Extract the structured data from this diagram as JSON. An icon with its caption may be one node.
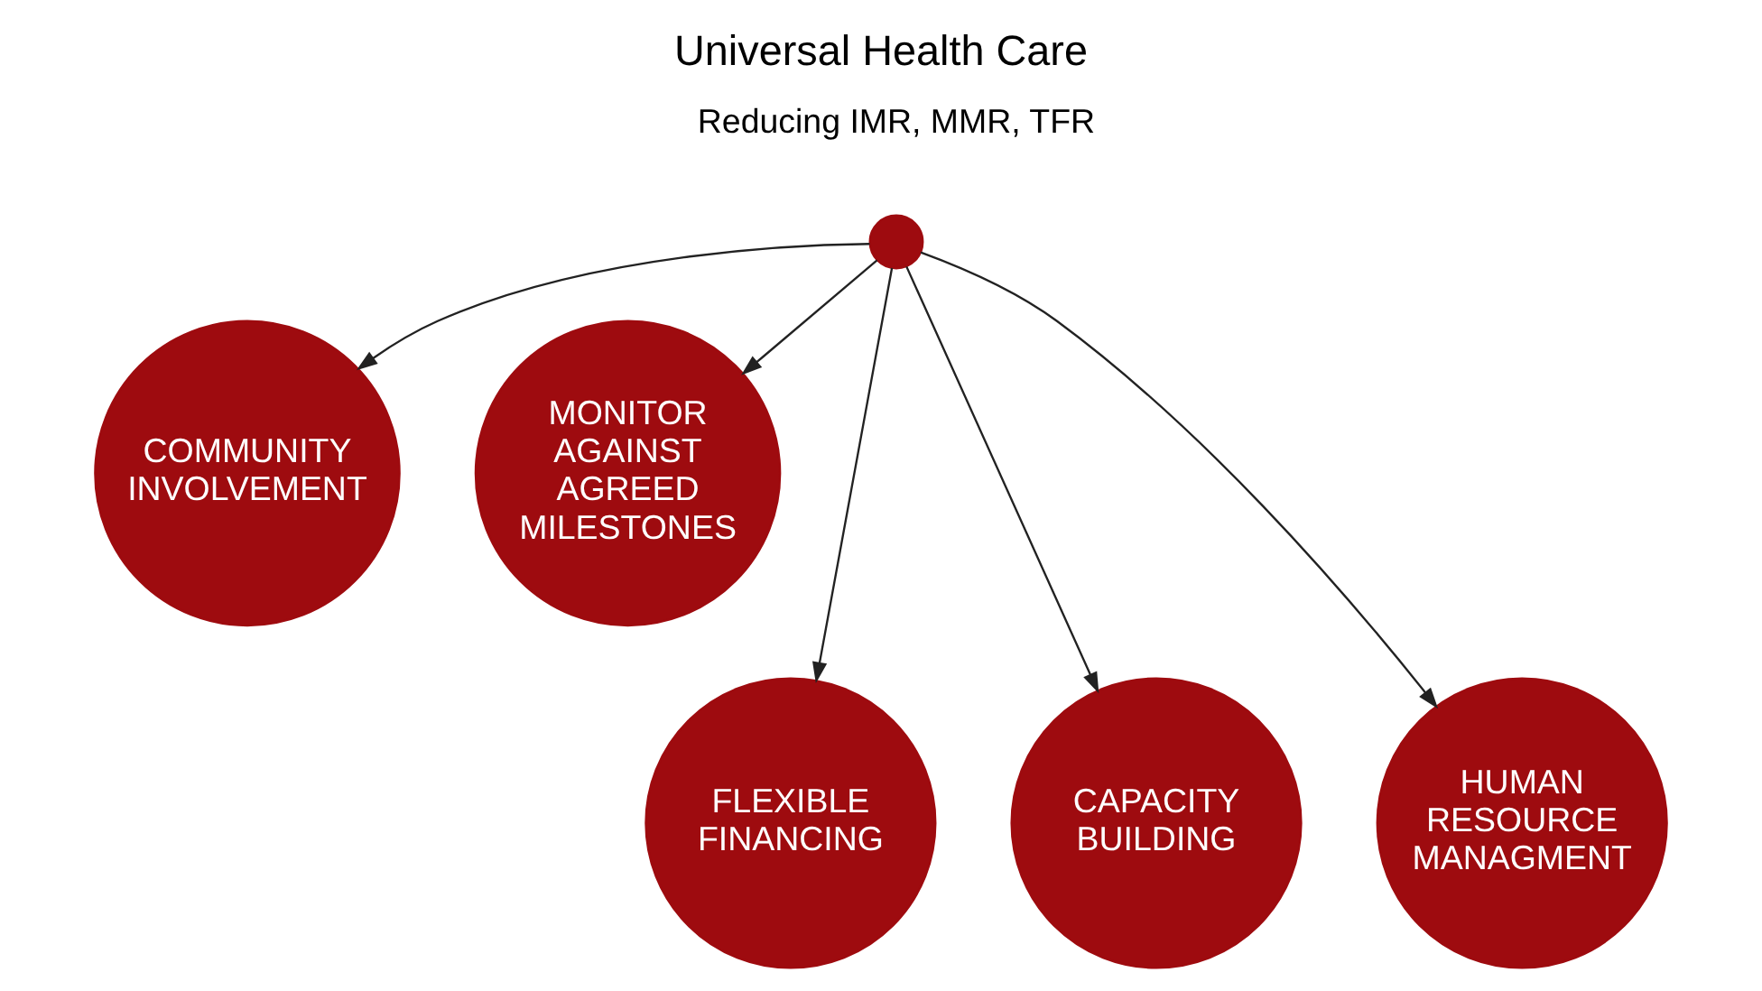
{
  "diagram": {
    "title": "Universal Health Care",
    "nodes": [
      {
        "text": [],
        "shape": "circle"
      },
      {
        "text": [
          "COMMUNITY INVOLVEMENT"
        ]
      },
      {
        "text": [
          "MONITOR AGAINST AGREED MILESTONES"
        ]
      },
      {
        "text": [
          "FLEXIBLE FINANCING"
        ]
      },
      {
        "text": [
          "CAPACITY BUILDING"
        ]
      },
      {
        "text": [
          "HUMAN RESOURCE MANAGMENT"
        ]
      }
    ],
    "edges": [
      {
        "from": 0,
        "to": 1,
        "arrow": "to"
      },
      {
        "from": 0,
        "to": 2,
        "arrow": "to"
      },
      {
        "from": 0,
        "to": 3,
        "arrow": "to"
      },
      {
        "from": 0,
        "to": 4,
        "arrow": "to"
      },
      {
        "from": 0,
        "to": 5,
        "arrow": "to"
      }
    ],
    "labels": [
      "Reducing IMR, MMR, TFR"
    ]
  }
}
